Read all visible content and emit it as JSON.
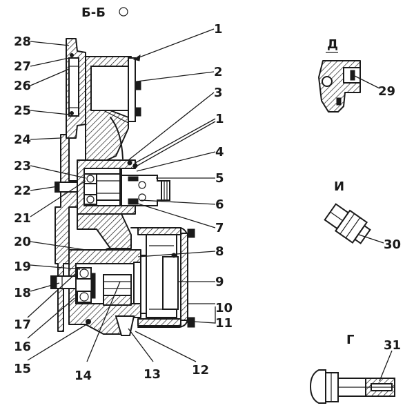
{
  "section_title": "Б-Б",
  "callouts": [
    {
      "id": "1",
      "label": "1"
    },
    {
      "id": "2",
      "label": "2"
    },
    {
      "id": "3",
      "label": "3"
    },
    {
      "id": "1b",
      "label": "1"
    },
    {
      "id": "4",
      "label": "4"
    },
    {
      "id": "5",
      "label": "5"
    },
    {
      "id": "6",
      "label": "6"
    },
    {
      "id": "7",
      "label": "7"
    },
    {
      "id": "8",
      "label": "8"
    },
    {
      "id": "9",
      "label": "9"
    },
    {
      "id": "10",
      "label": "10"
    },
    {
      "id": "11",
      "label": "11"
    },
    {
      "id": "12",
      "label": "12"
    },
    {
      "id": "13",
      "label": "13"
    },
    {
      "id": "14",
      "label": "14"
    },
    {
      "id": "15",
      "label": "15"
    },
    {
      "id": "16",
      "label": "16"
    },
    {
      "id": "17",
      "label": "17"
    },
    {
      "id": "18",
      "label": "18"
    },
    {
      "id": "19",
      "label": "19"
    },
    {
      "id": "20",
      "label": "20"
    },
    {
      "id": "21",
      "label": "21"
    },
    {
      "id": "22",
      "label": "22"
    },
    {
      "id": "23",
      "label": "23"
    },
    {
      "id": "24",
      "label": "24"
    },
    {
      "id": "25",
      "label": "25"
    },
    {
      "id": "26",
      "label": "26"
    },
    {
      "id": "27",
      "label": "27"
    },
    {
      "id": "28",
      "label": "28"
    },
    {
      "id": "29",
      "label": "29"
    },
    {
      "id": "30",
      "label": "30"
    },
    {
      "id": "31",
      "label": "31"
    }
  ],
  "detail_views": [
    {
      "id": "d",
      "label": "Д"
    },
    {
      "id": "i",
      "label": "И"
    },
    {
      "id": "g",
      "label": "Г"
    }
  ]
}
